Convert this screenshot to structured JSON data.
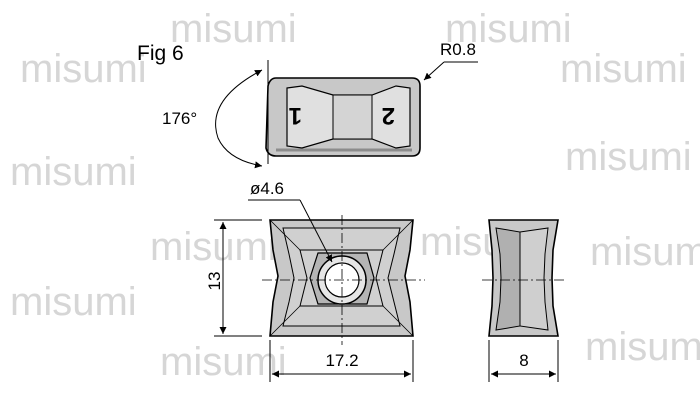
{
  "figure_label": "Fig 6",
  "watermark": "misumi",
  "dimensions": {
    "corner_radius": "R0.8",
    "angle": "176°",
    "hole_diameter": "ø4.6",
    "height": "13",
    "length": "17.2",
    "thickness": "8"
  },
  "insert_marks": {
    "left": "1",
    "right": "2"
  },
  "colors": {
    "insert_fill": "#c8c8c8",
    "insert_dark": "#8c8c8c",
    "insert_light": "#e0e0e0",
    "outline": "#000000",
    "watermark": "#d6d6d6"
  }
}
